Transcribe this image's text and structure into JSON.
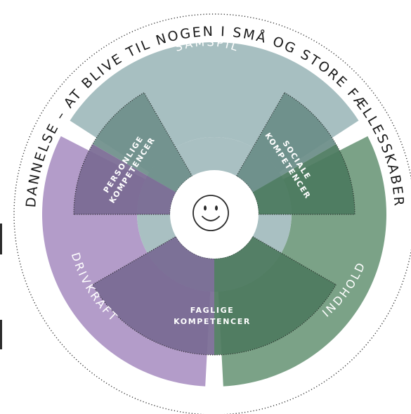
{
  "outer_title": "DANNELSE – AT BLIVE TIL NOGEN I SMÅ OG STORE FÆLLESSKABER",
  "sections": {
    "samspil": "SAMSPIL",
    "drivkraft": "DRIVKRAFT",
    "indhold": "INDHOLD"
  },
  "competences": {
    "personlige": [
      "PERSONLIGE",
      "KOMPETENCER"
    ],
    "sociale": [
      "SOCIALE",
      "KOMPETENCER"
    ],
    "faglige": [
      "FAGLIGE",
      "KOMPETENCER"
    ]
  },
  "center_icon": "smiley-icon",
  "colors": {
    "samspil": "#a7bfc1",
    "drivkraft": "#b39cc9",
    "indhold": "#7ba287",
    "inner_ring": "#a9c0c2",
    "personlige": "#7a6a93",
    "personlige_upper": "#6f8f8b",
    "sociale": "#6a8d88",
    "sociale_lower": "#4b7a5f",
    "faglige_left": "#786b93",
    "faglige_right": "#4d7a5f"
  }
}
